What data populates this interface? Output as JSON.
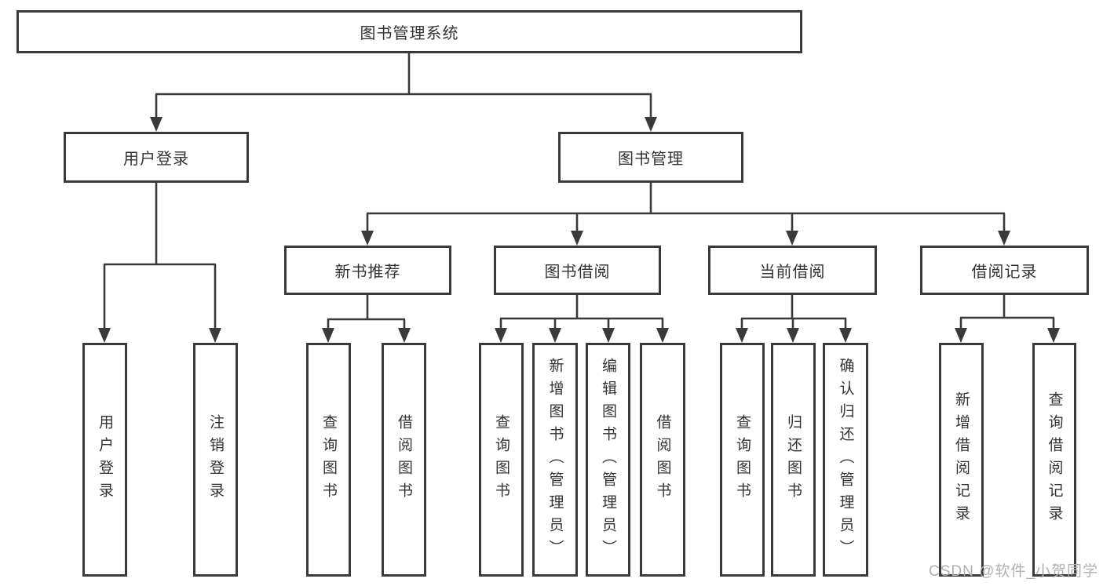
{
  "diagram_type": "hierarchy-tree",
  "colors": {
    "line": "#3a3a3a",
    "text": "#333333",
    "background": "#ffffff",
    "watermark": "#b0b0b0"
  },
  "watermark": "CSDN @软件_小贺同学",
  "tree": {
    "label": "图书管理系统",
    "children": [
      {
        "label": "用户登录",
        "children": [
          {
            "label": "用户登录"
          },
          {
            "label": "注销登录"
          }
        ]
      },
      {
        "label": "图书管理",
        "children": [
          {
            "label": "新书推荐",
            "children": [
              {
                "label": "查询图书"
              },
              {
                "label": "借阅图书"
              }
            ]
          },
          {
            "label": "图书借阅",
            "children": [
              {
                "label": "查询图书"
              },
              {
                "label": "新增图书（管理员）"
              },
              {
                "label": "编辑图书（管理员）"
              },
              {
                "label": "借阅图书"
              }
            ]
          },
          {
            "label": "当前借阅",
            "children": [
              {
                "label": "查询图书"
              },
              {
                "label": "归还图书"
              },
              {
                "label": "确认归还（管理员）"
              }
            ]
          },
          {
            "label": "借阅记录",
            "children": [
              {
                "label": "新增借阅记录"
              },
              {
                "label": "查询借阅记录"
              }
            ]
          }
        ]
      }
    ]
  }
}
